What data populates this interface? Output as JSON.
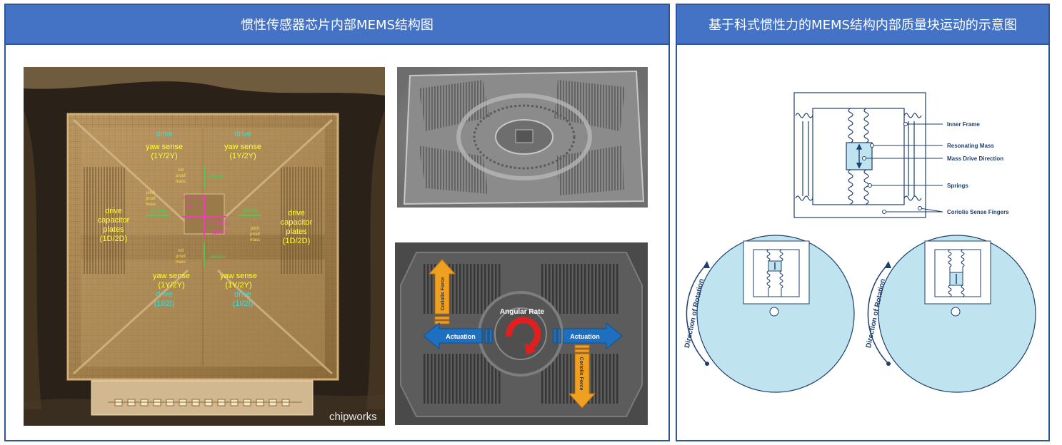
{
  "left_panel": {
    "title": "惯性传感器芯片内部MEMS结构图",
    "die": {
      "drive_top_left": "drive",
      "drive_top_right": "drive",
      "yaw_sense_top_left": "yaw sense",
      "yaw_sense_top_left_sub": "(1Y/2Y)",
      "yaw_sense_top_right": "yaw sense",
      "yaw_sense_top_right_sub": "(1Y/2Y)",
      "roll_proof_mass_top": [
        "roll",
        "proof",
        "mass"
      ],
      "vibration_top": "vibration",
      "pitch_proof_mass_left": [
        "pitch",
        "proof",
        "mass"
      ],
      "vibration_left": "vibration",
      "y_sense": "Y sense",
      "roll": "(roll)",
      "x_sense": "X sense",
      "pitch": "(pitch)",
      "vibration_right": "vibration",
      "pitch_proof_mass_right": [
        "pitch",
        "proof",
        "mass"
      ],
      "drive_capacitor_left": [
        "drive",
        "capacitor",
        "plates",
        "(1D/2D)"
      ],
      "drive_capacitor_right": [
        "drive",
        "capacitor",
        "plates",
        "(1D/2D)"
      ],
      "roll_proof_mass_bottom": [
        "roll",
        "proof",
        "mass"
      ],
      "vibration_bottom": "vibration",
      "yaw_sense_bottom_left": "yaw sense",
      "yaw_sense_bottom_left_sub": "(1Y/2Y)",
      "yaw_sense_bottom_right": "yaw sense",
      "yaw_sense_bottom_right_sub": "(1Y/2Y)",
      "drive_bottom_left": "drive",
      "drive_bottom_left_sub": "(1I/2I)",
      "drive_bottom_right": "drive",
      "drive_bottom_right_sub": "(1I/2I)",
      "watermark": "chipworks"
    },
    "gyro": {
      "angular_rate": "Angular Rate",
      "actuation_left": "Actuation",
      "actuation_right": "Actuation",
      "coriolis_left": "Coriolis Force",
      "coriolis_right": "Coriolis Force"
    },
    "colors": {
      "drive": "#2fe0e0",
      "sense": "#ffff33",
      "small": "#ffdd55",
      "vibration": "#33dd55",
      "xy": "#ff33cc",
      "arrow_orange": "#f0a020",
      "arrow_blue": "#1f6fc0",
      "arrow_red": "#e02020"
    }
  },
  "right_panel": {
    "title": "基于科式惯性力的MEMS结构内部质量块运动的示意图",
    "labels": {
      "inner_frame": "Inner Frame",
      "resonating_mass": "Resonating Mass",
      "mass_drive_direction": "Mass Drive Direction",
      "springs": "Springs",
      "coriolis_sense_fingers": "Coriolis Sense Fingers"
    },
    "rotation_left": "Direction of Rotation",
    "rotation_right": "Direction of Rotation",
    "colors": {
      "line": "#1f3f6f",
      "disc": "#bfe4ef",
      "mass": "#bfe4ef"
    }
  }
}
